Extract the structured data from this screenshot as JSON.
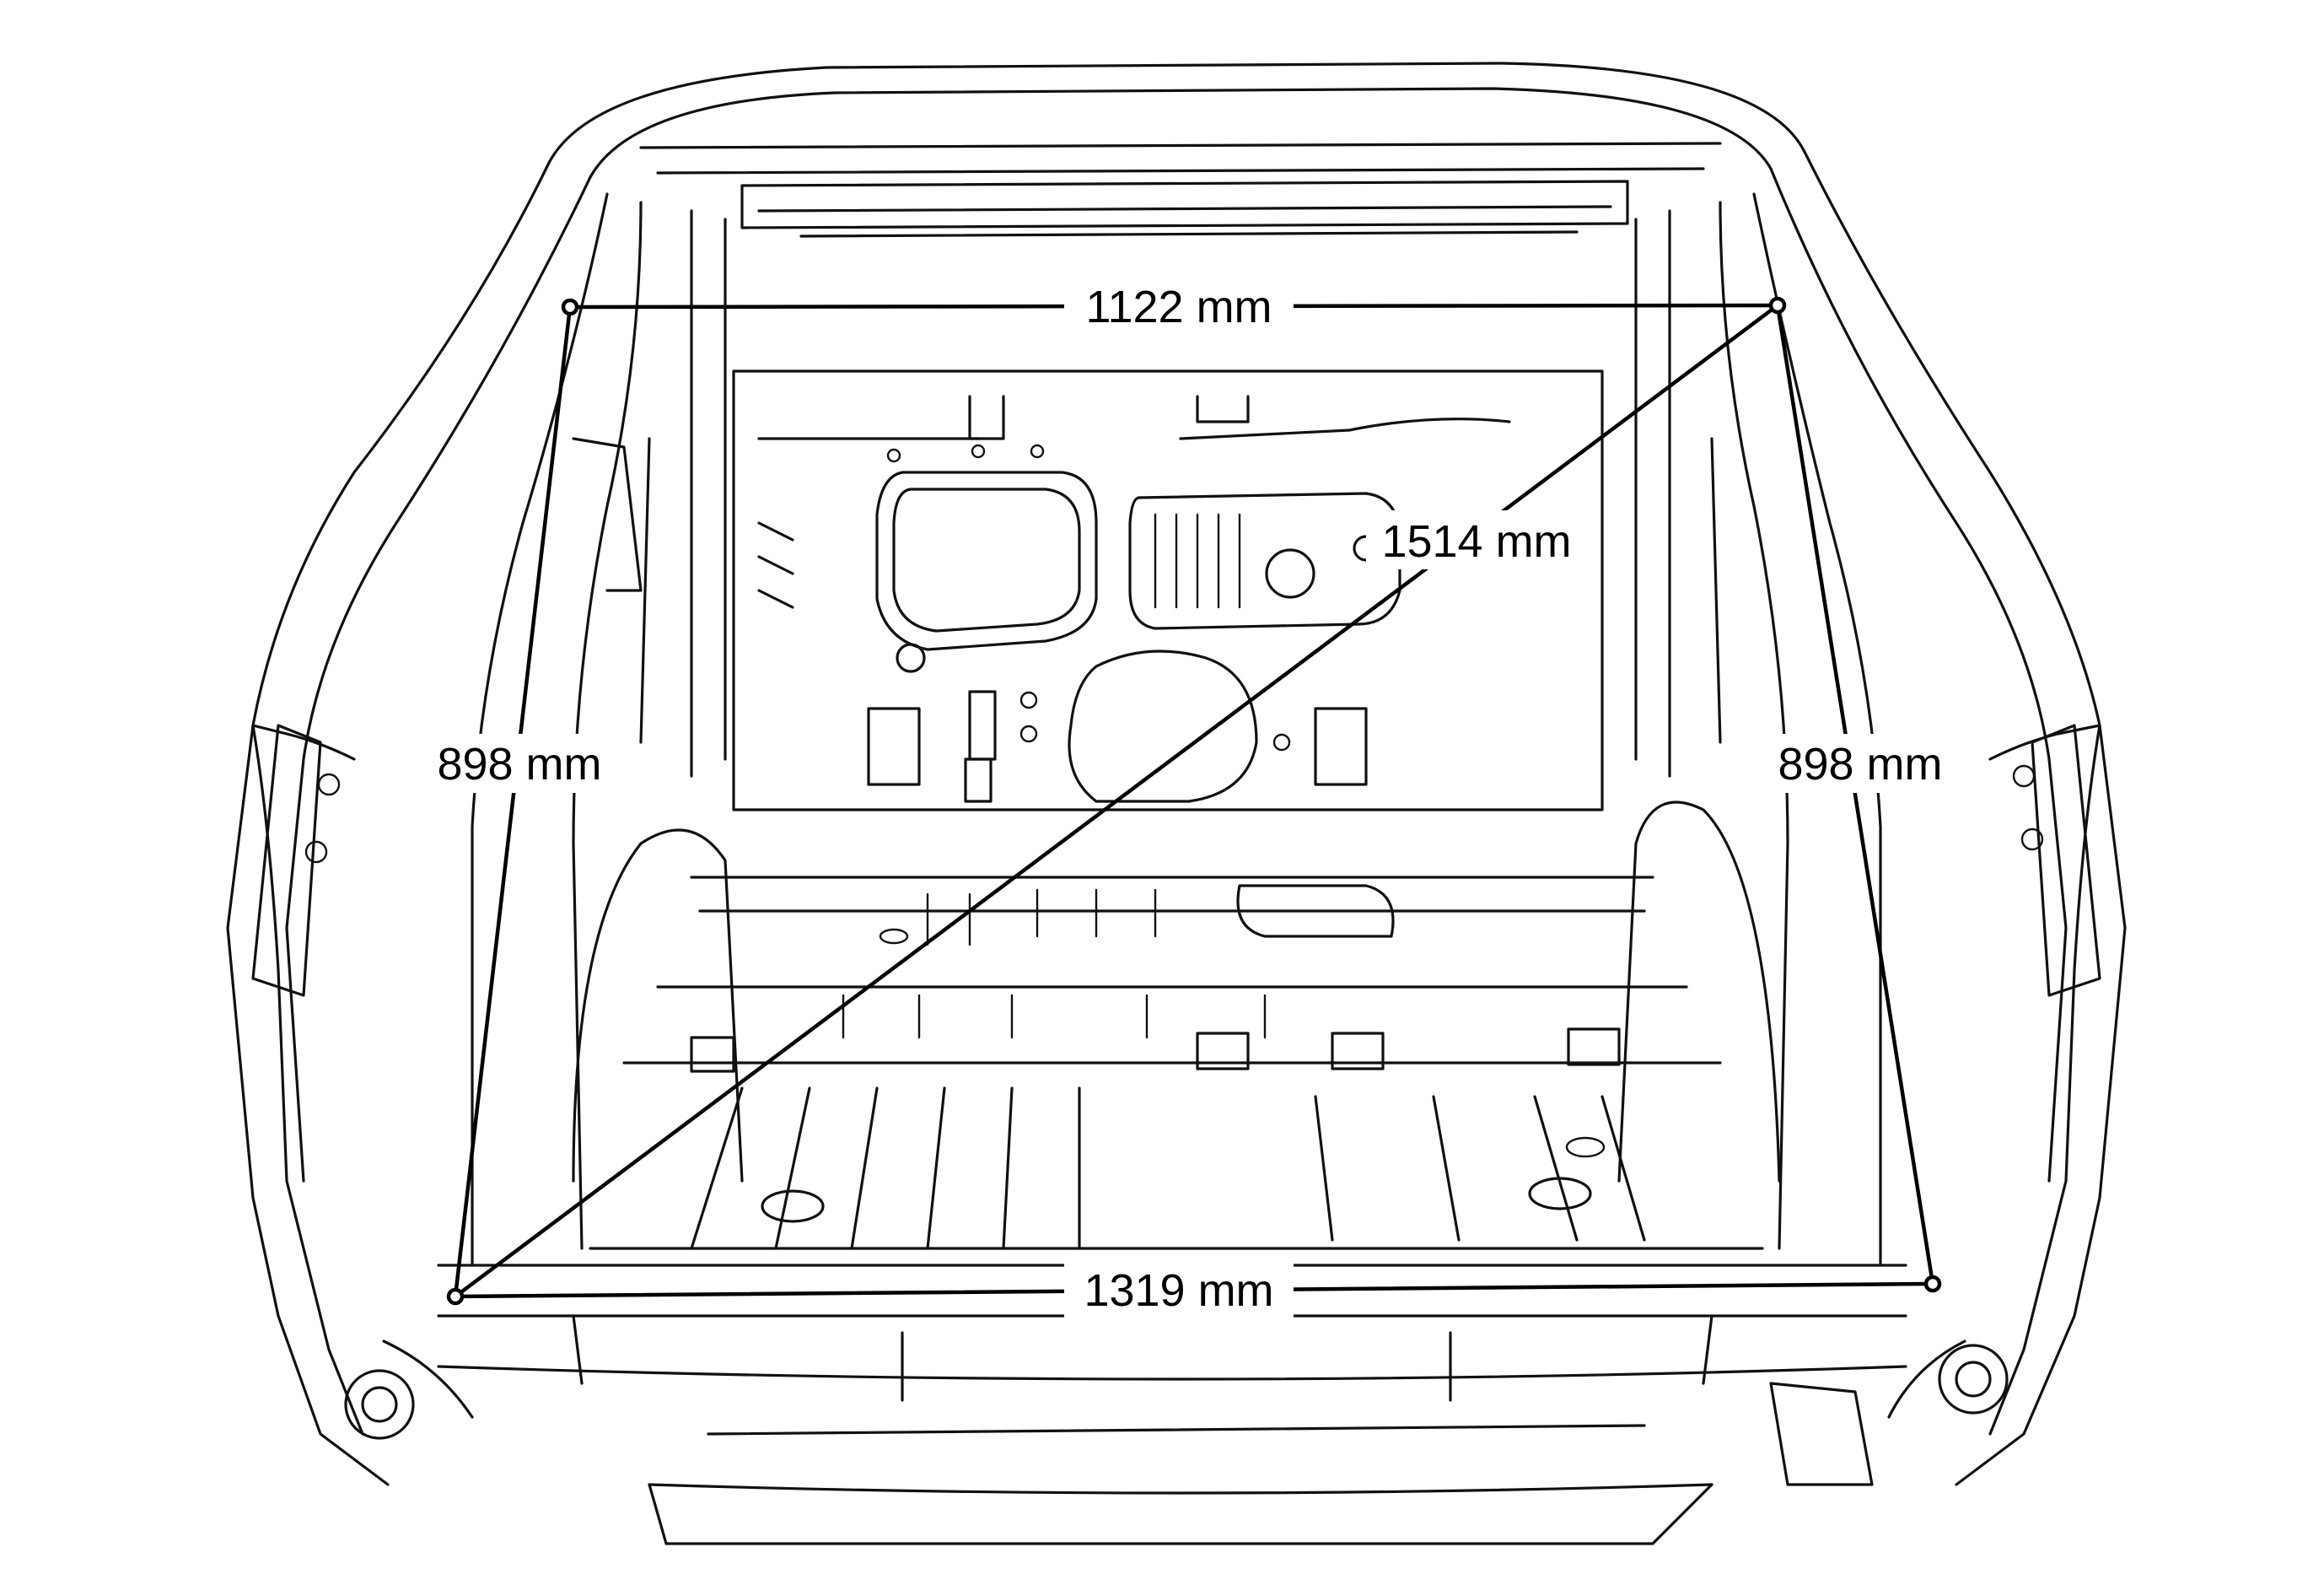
{
  "diagram": {
    "labels": {
      "top": "1122 mm",
      "diagonal": "1514 mm",
      "left": "898 mm",
      "right": "898 mm",
      "bottom": "1319 mm"
    }
  }
}
